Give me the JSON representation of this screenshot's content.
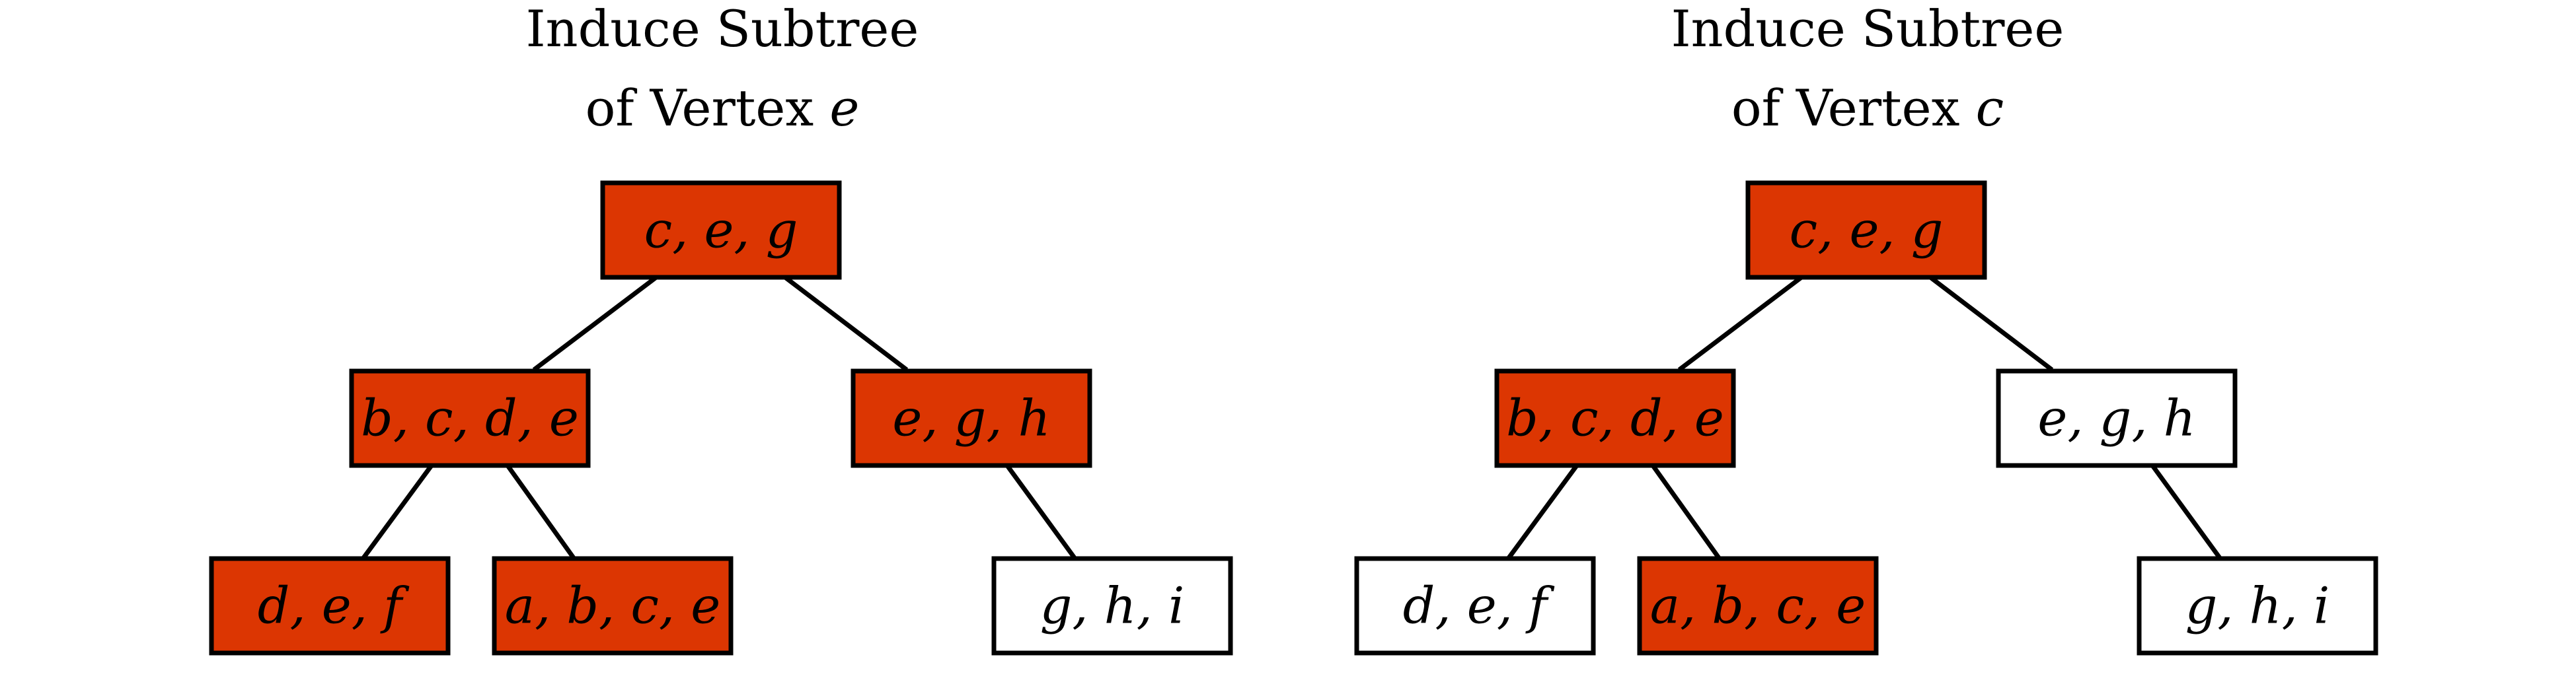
{
  "colors": {
    "highlight": "#DC3602",
    "plain": "#FFFFFF",
    "stroke": "#000000"
  },
  "diagrams": [
    {
      "title_line1": "Induce Subtree",
      "title_line2_prefix": "of Vertex ",
      "title_line2_var": "e",
      "nodes": [
        {
          "id": "root",
          "label": "c, e, g",
          "highlighted": true
        },
        {
          "id": "left",
          "label": "b, c, d, e",
          "highlighted": true
        },
        {
          "id": "right",
          "label": "e, g, h",
          "highlighted": true
        },
        {
          "id": "left-left",
          "label": "d, e, f",
          "highlighted": true
        },
        {
          "id": "left-right",
          "label": "a, b, c, e",
          "highlighted": true
        },
        {
          "id": "right-child",
          "label": "g, h, i",
          "highlighted": false
        }
      ],
      "edges": [
        [
          "root",
          "left"
        ],
        [
          "root",
          "right"
        ],
        [
          "left",
          "left-left"
        ],
        [
          "left",
          "left-right"
        ],
        [
          "right",
          "right-child"
        ]
      ]
    },
    {
      "title_line1": "Induce Subtree",
      "title_line2_prefix": "of Vertex ",
      "title_line2_var": "c",
      "nodes": [
        {
          "id": "root",
          "label": "c, e, g",
          "highlighted": true
        },
        {
          "id": "left",
          "label": "b, c, d, e",
          "highlighted": true
        },
        {
          "id": "right",
          "label": "e, g, h",
          "highlighted": false
        },
        {
          "id": "left-left",
          "label": "d, e, f",
          "highlighted": false
        },
        {
          "id": "left-right",
          "label": "a, b, c, e",
          "highlighted": true
        },
        {
          "id": "right-child",
          "label": "g, h, i",
          "highlighted": false
        }
      ],
      "edges": [
        [
          "root",
          "left"
        ],
        [
          "root",
          "right"
        ],
        [
          "left",
          "left-left"
        ],
        [
          "left",
          "left-right"
        ],
        [
          "right",
          "right-child"
        ]
      ]
    }
  ]
}
